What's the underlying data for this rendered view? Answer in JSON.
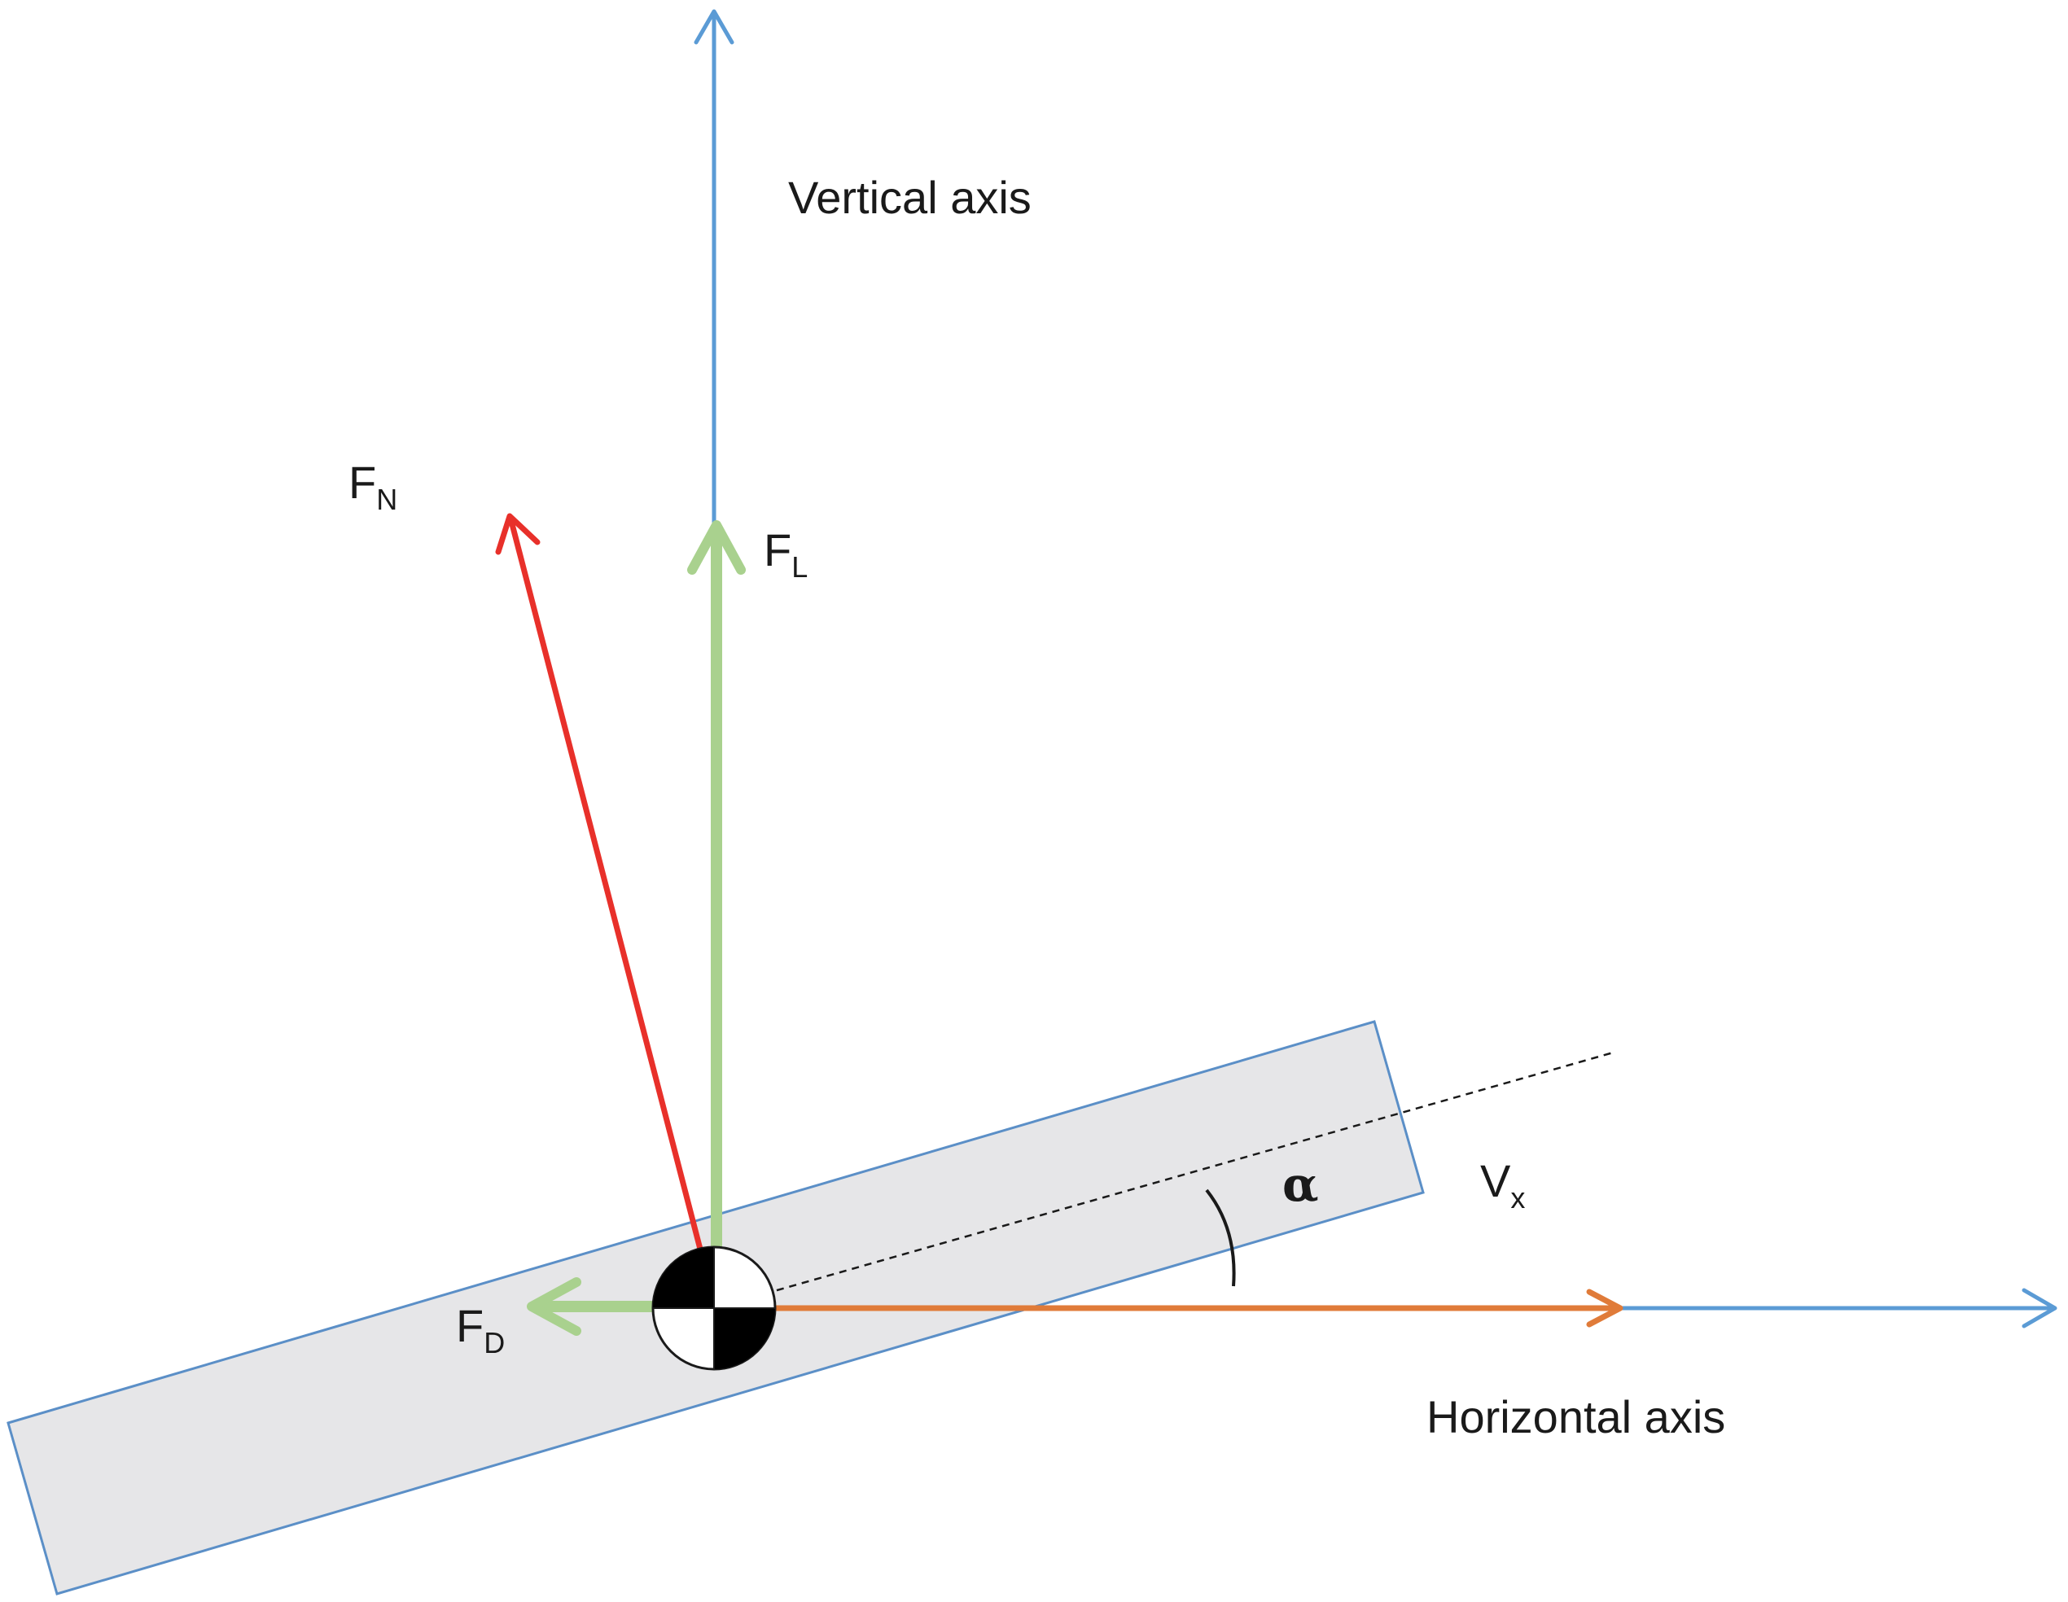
{
  "labels": {
    "vertical_axis": "Vertical axis",
    "horizontal_axis": "Horizontal axis",
    "normal_force": {
      "main": "F",
      "sub": "N"
    },
    "lift_force": {
      "main": "F",
      "sub": "L"
    },
    "drag_force": {
      "main": "F",
      "sub": "D"
    },
    "velocity": {
      "main": "V",
      "sub": "x"
    },
    "angle": "α"
  },
  "colors": {
    "axes": "#5b9bd5",
    "normal_force": "#e8302a",
    "lift_force": "#a9d18e",
    "drag_force": "#a9d18e",
    "velocity": "#e07b39",
    "plate_fill": "#e6e6e8",
    "plate_stroke": "#5b8fc7",
    "text": "#1a1a1a"
  },
  "icons": {
    "center_of_mass": "center-of-mass-symbol"
  }
}
